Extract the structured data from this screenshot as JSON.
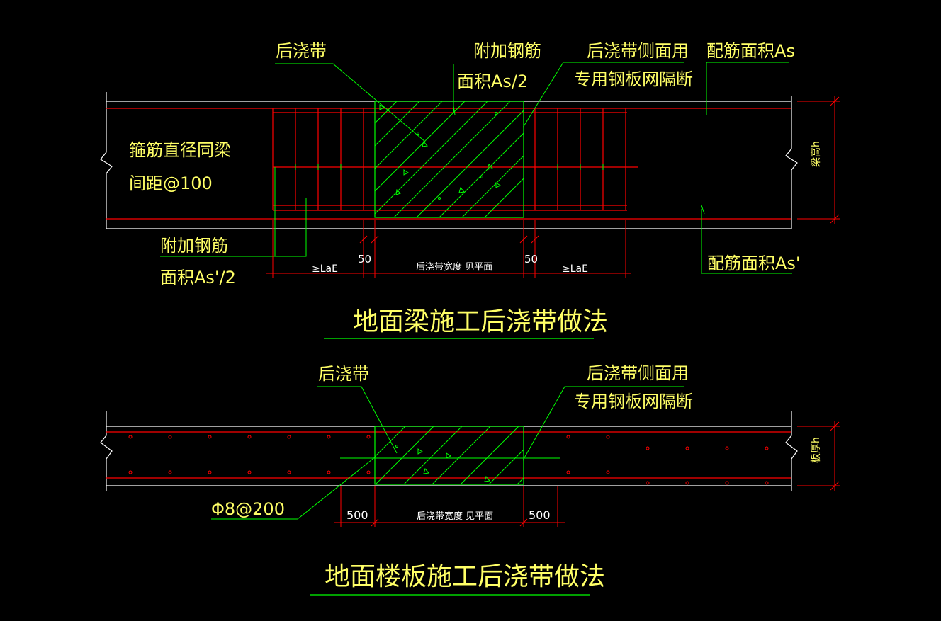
{
  "colors": {
    "background": "#000000",
    "concrete_edge": "#ffffff",
    "rebar": "#ff0000",
    "hatch": "#00ff00",
    "leader": "#00ff00",
    "text": "#ffff66",
    "dim_text": "#ffffff"
  },
  "beam": {
    "title": "地面梁施工后浇带做法",
    "label_post_pour": "后浇带",
    "label_extra_rebar_top_1": "附加钢筋",
    "label_extra_rebar_top_2": "面积As/2",
    "label_side_mesh_1": "后浇带侧面用",
    "label_side_mesh_2": "专用钢板网隔断",
    "label_rebar_as": "配筋面积As",
    "label_stirrup_1": "箍筋直径同梁",
    "label_stirrup_2": "间距@100",
    "label_extra_rebar_bot_1": "附加钢筋",
    "label_extra_rebar_bot_2": "面积As'/2",
    "label_rebar_as_prime": "配筋面积As'",
    "height_label": "梁高h",
    "dim_lae_left": "≥LaE",
    "dim_50_left": "50",
    "dim_width": "后浇带宽度 见平面",
    "dim_50_right": "50",
    "dim_lae_right": "≥LaE"
  },
  "slab": {
    "title": "地面楼板施工后浇带做法",
    "label_post_pour": "后浇带",
    "label_side_mesh_1": "后浇带侧面用",
    "label_side_mesh_2": "专用钢板网隔断",
    "label_rebar": "Φ8@200",
    "height_label": "板厚h",
    "dim_500_left": "500",
    "dim_width": "后浇带宽度 见平面",
    "dim_500_right": "500"
  }
}
